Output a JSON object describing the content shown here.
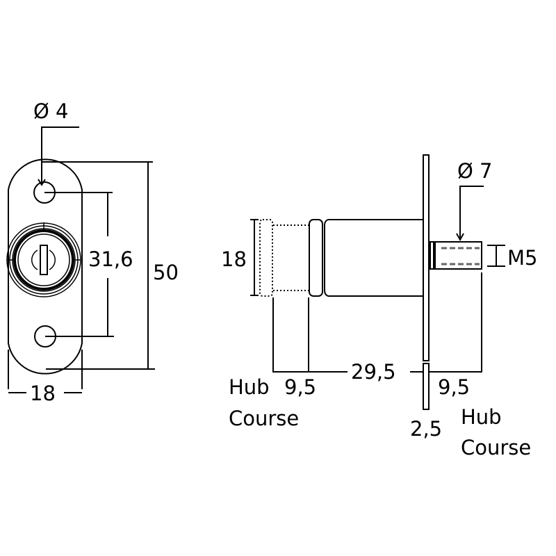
{
  "front_view": {
    "hole_diameter": "Ø 4",
    "hole_spacing": "31,6",
    "height": "50",
    "width": "18"
  },
  "side_view": {
    "body_diameter": "18",
    "pin_diameter": "Ø 7",
    "thread": "M5",
    "length": "29,5",
    "hub_left_value": "9,5",
    "hub_left_label_1": "Hub",
    "hub_left_label_2": "Course",
    "flange_thickness": "2,5",
    "hub_right_value": "9,5",
    "hub_right_label_1": "Hub",
    "hub_right_label_2": "Course"
  },
  "colors": {
    "line": "#000000",
    "background": "#ffffff"
  }
}
